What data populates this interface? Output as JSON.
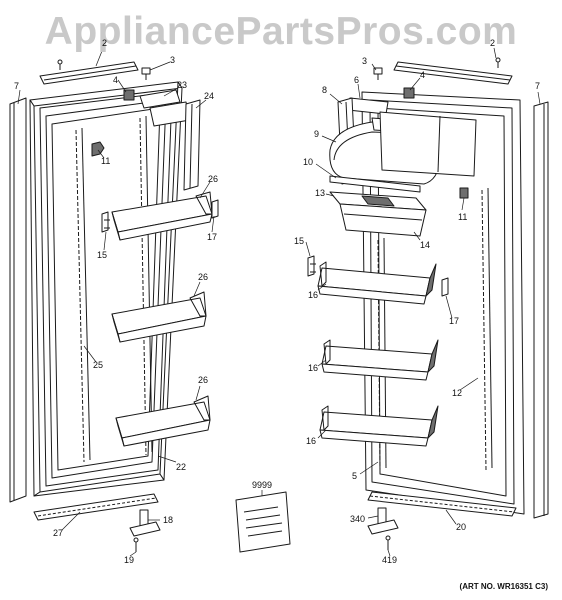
{
  "watermark": "AppliancePartsPros.com",
  "art_number": "(ART NO. WR16351 C3)",
  "colors": {
    "line": "#1a1a1a",
    "shade": "#6e6e6e",
    "watermark": "#c9c9c9"
  },
  "labels": {
    "l2a": "2",
    "l3a": "3",
    "l4a": "4",
    "l23": "23",
    "l24": "24",
    "l7a": "7",
    "l11a": "11",
    "l26a": "26",
    "l15a": "15",
    "l17a": "17",
    "l26b": "26",
    "l25": "25",
    "l26c": "26",
    "l22": "22",
    "l27": "27",
    "l18": "18",
    "l19": "19",
    "l9999": "9999",
    "l3b": "3",
    "l4b": "4",
    "l2b": "2",
    "l7b": "7",
    "l6": "6",
    "l8": "8",
    "l9": "9",
    "l10": "10",
    "l13": "13",
    "l14": "14",
    "l11b": "11",
    "l15b": "15",
    "l16a": "16",
    "l17b": "17",
    "l16b": "16",
    "l12": "12",
    "l16c": "16",
    "l5": "5",
    "l340": "340",
    "l20": "20",
    "l419": "419"
  }
}
